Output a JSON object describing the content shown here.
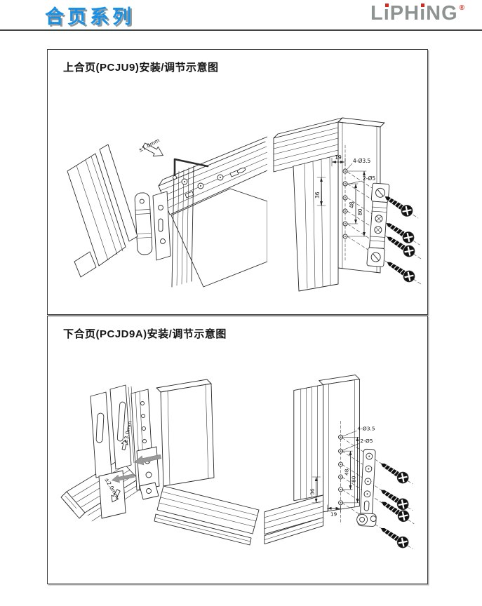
{
  "header": {
    "series_title": "合页系列",
    "logo": {
      "text": "LiPHiNG",
      "l": "L",
      "i1": "ı",
      "ph": "PH",
      "i2": "ı",
      "ng": "NG",
      "registered": "®"
    },
    "colors": {
      "title_blue": "#1591e9",
      "title_shadow_gray": "#90989a",
      "logo_gray": "#8d938f",
      "logo_red": "#d42a1e",
      "rule_dark": "#3f4543"
    }
  },
  "sections": [
    {
      "title": "上合页(PCJU9)安装/调节示意图",
      "exploded": {
        "adjustment": "±1.0mm"
      },
      "drilling": {
        "dim_offset": "19",
        "dim_36": "36",
        "dim_48": "48",
        "dim_80": "80",
        "holes_small": "4-Ø3.5",
        "holes_big": "2-Ø5"
      }
    },
    {
      "title": "下合页(PCJD9A)安装/调节示意图",
      "exploded": {
        "adjustment_vertical": "±3.0mm",
        "adjustment_plate": "±2.0mm"
      },
      "drilling": {
        "dim_offset": "19",
        "dim_36": "36",
        "dim_48": "48",
        "dim_80": "80",
        "holes_small": "4-Ø3.5",
        "holes_big": "2-Ø5"
      }
    }
  ]
}
